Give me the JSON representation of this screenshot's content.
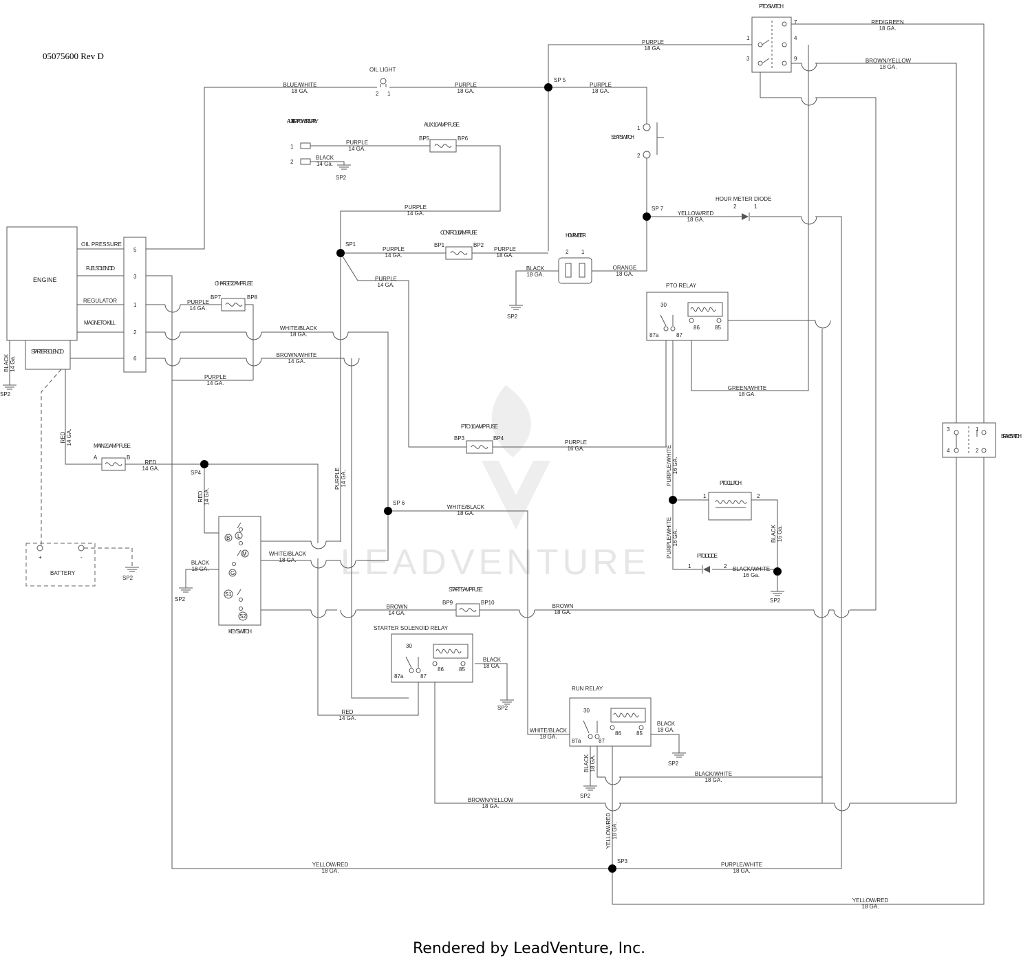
{
  "document": {
    "part_number": "05075600 Rev D",
    "footer": "Rendered by LeadVenture, Inc.",
    "watermark": "LEADVENTURE"
  },
  "engine": {
    "label": "ENGINE",
    "starter_solenoid": "STARTER SOLENOID",
    "terminals": [
      {
        "name": "OIL PRESSURE",
        "pin": "5"
      },
      {
        "name": "FUEL SOLENOID",
        "pin": "3"
      },
      {
        "name": "REGULATOR",
        "pin": "1"
      },
      {
        "name": "MAGNETO KILL",
        "pin": "2"
      },
      {
        "pin": "6"
      }
    ],
    "ground_wire": {
      "color": "BLACK",
      "gauge": "14 Ga."
    }
  },
  "components": {
    "oil_light": {
      "label": "OIL LIGHT",
      "pins": [
        "2",
        "1"
      ]
    },
    "aux_power": {
      "label": "AUXILIARY POWER SUPPLY",
      "pins": [
        "1",
        "2"
      ]
    },
    "aux_fuse": {
      "label": "AUX 10 AMP FUSE",
      "left": "BP5",
      "right": "BP6"
    },
    "control_fuse": {
      "label": "CONTROL 10 AMP FUSE",
      "left": "BP1",
      "right": "BP2"
    },
    "charge_fuse": {
      "label": "CHARGE 20 AMP FUSE",
      "left": "BP7",
      "right": "BP8"
    },
    "pto_fuse": {
      "label": "PTO 10 AMP FUSE",
      "left": "BP3",
      "right": "BP4"
    },
    "main_fuse": {
      "label": "MAIN 20 AMP FUSE",
      "left": "A",
      "right": "B"
    },
    "start_fuse": {
      "label": "START 5 AMP FUSE",
      "left": "BP9",
      "right": "BP10"
    },
    "hour_meter": {
      "label": "HOUR METER",
      "pins": [
        "2",
        "1"
      ]
    },
    "seat_switch": {
      "label": "SEAT SWITCH",
      "pins": [
        "1",
        "2"
      ]
    },
    "hour_meter_diode": {
      "label": "HOUR METER DIODE",
      "pins": [
        "2",
        "1"
      ]
    },
    "pto_switch": {
      "label": "PTO SWITCH",
      "pins": [
        "7",
        "1",
        "4",
        "3",
        "9"
      ]
    },
    "pto_relay": {
      "label": "PTO RELAY",
      "pins": [
        "30",
        "87a",
        "87",
        "86",
        "85"
      ]
    },
    "pto_clutch": {
      "label": "PTO CLUTCH",
      "pins": [
        "1",
        "2"
      ]
    },
    "pto_diode": {
      "label": "PTO DIODE",
      "pins": [
        "1",
        "2"
      ]
    },
    "brake_switch": {
      "label": "BRAKE SWITCH",
      "pins": [
        "3",
        "1",
        "4",
        "2"
      ]
    },
    "battery": {
      "label": "BATTERY",
      "pos": "+",
      "neg": "-"
    },
    "key_switch": {
      "label": "KEY SWITCH",
      "terminals": [
        "B",
        "L",
        "M",
        "G",
        "S1",
        "S2"
      ]
    },
    "starter_relay": {
      "label": "STARTER SOLENOID RELAY",
      "pins": [
        "30",
        "87a",
        "87",
        "86",
        "85"
      ]
    },
    "run_relay": {
      "label": "RUN RELAY",
      "pins": [
        "30",
        "87a",
        "87",
        "86",
        "85"
      ]
    }
  },
  "splices": [
    "SP1",
    "SP 5",
    "SP 7",
    "SP4",
    "SP 6",
    "SP3"
  ],
  "ground_label": "SP2",
  "wires": [
    {
      "color": "BLUE/WHITE",
      "gauge": "18 GA."
    },
    {
      "color": "PURPLE",
      "gauge": "18 GA."
    },
    {
      "color": "PURPLE",
      "gauge": "18 GA."
    },
    {
      "color": "PURPLE",
      "gauge": "18 GA."
    },
    {
      "color": "RED/GREEN",
      "gauge": "18 GA."
    },
    {
      "color": "BROWN/YELLOW",
      "gauge": "18 GA."
    },
    {
      "color": "PURPLE",
      "gauge": "14 GA."
    },
    {
      "color": "BLACK",
      "gauge": "14 Ga."
    },
    {
      "color": "PURPLE",
      "gauge": "14 GA."
    },
    {
      "color": "PURPLE",
      "gauge": "14 GA."
    },
    {
      "color": "PURPLE",
      "gauge": "18 GA."
    },
    {
      "color": "YELLOW/RED",
      "gauge": "18 GA."
    },
    {
      "color": "BLACK",
      "gauge": "18 GA."
    },
    {
      "color": "ORANGE",
      "gauge": "18 GA."
    },
    {
      "color": "PURPLE",
      "gauge": "14 GA."
    },
    {
      "color": "PURPLE",
      "gauge": "14 GA."
    },
    {
      "color": "WHITE/BLACK",
      "gauge": "18 GA."
    },
    {
      "color": "BROWN/WHITE",
      "gauge": "14 GA."
    },
    {
      "color": "PURPLE",
      "gauge": "14 GA."
    },
    {
      "color": "GREEN/WHITE",
      "gauge": "18 GA."
    },
    {
      "color": "PURPLE",
      "gauge": "16 GA."
    },
    {
      "color": "RED",
      "gauge": "14 GA."
    },
    {
      "color": "RED",
      "gauge": "14 GA."
    },
    {
      "color": "RED",
      "gauge": "14 GA."
    },
    {
      "color": "PURPLE",
      "gauge": "14 GA."
    },
    {
      "color": "PURPLE/WHITE",
      "gauge": "16 GA."
    },
    {
      "color": "PURPLE/WHITE",
      "gauge": "16 GA."
    },
    {
      "color": "BLACK",
      "gauge": "16 Ga."
    },
    {
      "color": "BLACK/WHITE",
      "gauge": "16 Ga."
    },
    {
      "color": "WHITE/BLACK",
      "gauge": "18 GA."
    },
    {
      "color": "WHITE/BLACK",
      "gauge": "18 GA."
    },
    {
      "color": "BLACK",
      "gauge": "18 GA."
    },
    {
      "color": "BROWN",
      "gauge": "14 GA."
    },
    {
      "color": "BROWN",
      "gauge": "18 GA."
    },
    {
      "color": "BLACK",
      "gauge": "18 GA."
    },
    {
      "color": "RED",
      "gauge": "14 GA."
    },
    {
      "color": "WHITE/BLACK",
      "gauge": "18 GA."
    },
    {
      "color": "BLACK",
      "gauge": "18 GA."
    },
    {
      "color": "BLACK",
      "gauge": "18 GA."
    },
    {
      "color": "BLACK/WHITE",
      "gauge": "18 GA."
    },
    {
      "color": "BROWN/YELLOW",
      "gauge": "18 GA."
    },
    {
      "color": "YELLOW/RED",
      "gauge": "18 GA."
    },
    {
      "color": "YELLOW/RED",
      "gauge": "18 GA."
    },
    {
      "color": "PURPLE/WHITE",
      "gauge": "18 GA."
    },
    {
      "color": "YELLOW/RED",
      "gauge": "18 GA."
    }
  ]
}
